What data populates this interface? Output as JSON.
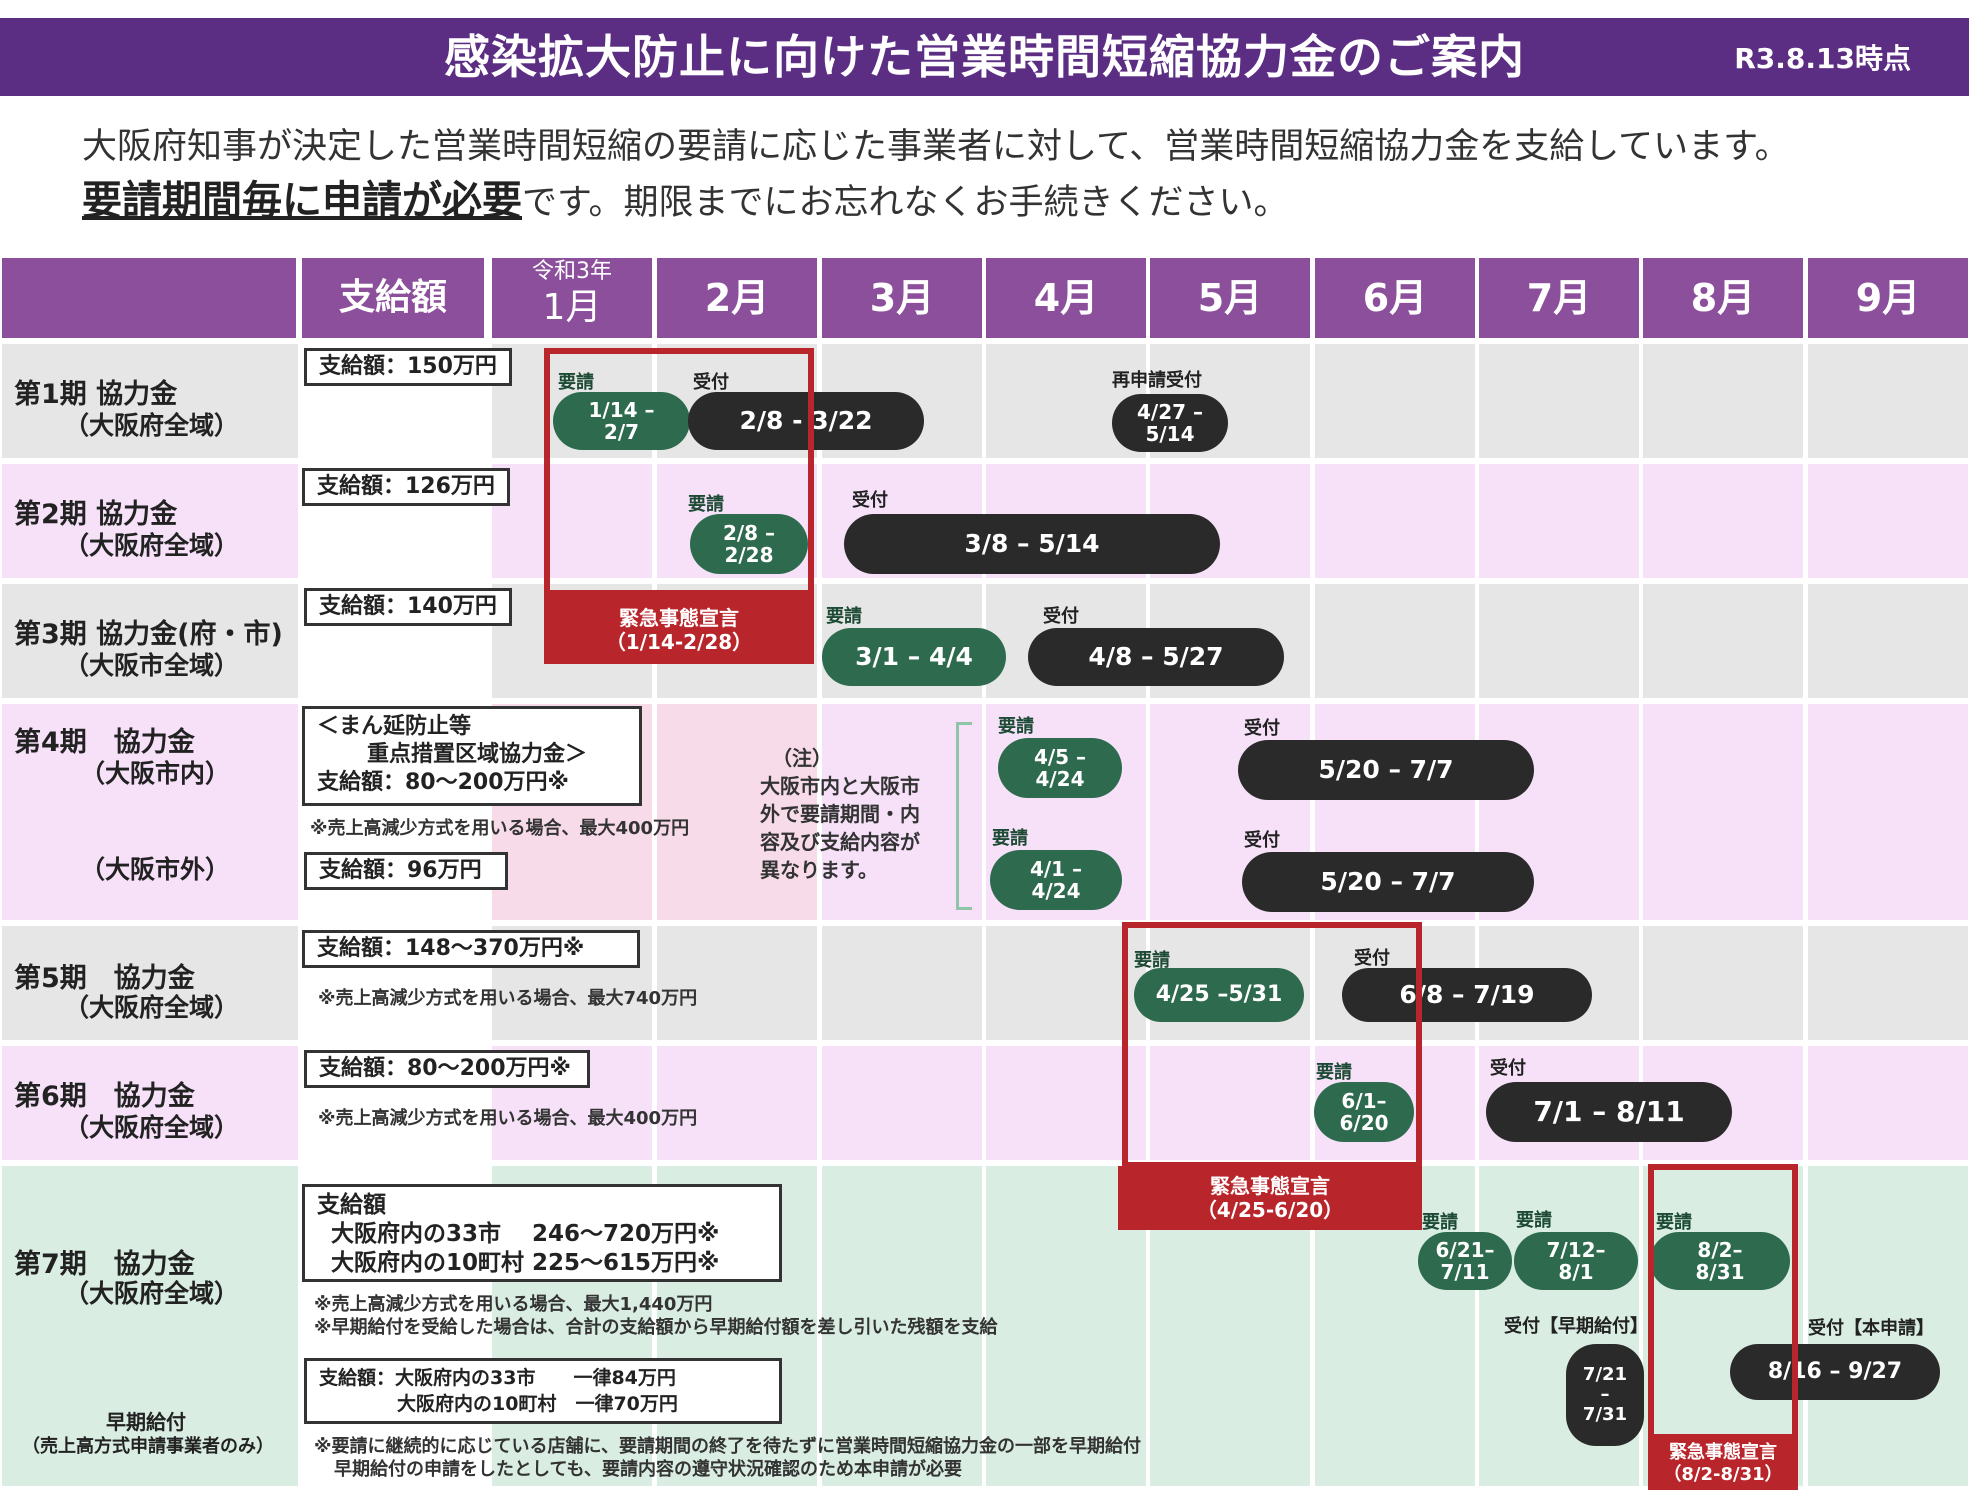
{
  "header": {
    "title": "感染拡大防止に向けた営業時間短縮協力金のご案内",
    "date": "R3.8.13時点"
  },
  "intro": {
    "line1": "大阪府知事が決定した営業時間短縮の要請に応じた事業者に対して、営業時間短縮協力金を支給しています。",
    "line2_strong": "要請期間毎に申請が必要",
    "line2_rest": "です。期限までにお忘れなくお手続きください。"
  },
  "table_header": {
    "amount": "支給額",
    "jan_era": "令和3年",
    "months": [
      "1月",
      "2月",
      "3月",
      "4月",
      "5月",
      "6月",
      "7月",
      "8月",
      "9月"
    ]
  },
  "rows": {
    "p1": {
      "name": "第1期 協力金",
      "area": "（大阪府全域）",
      "amount": "支給額：150万円",
      "req_tag": "要請",
      "req": "1/14 –\n2/7",
      "rec_tag": "受付",
      "rec": "2/8 - 3/22",
      "re_tag": "再申請受付",
      "re": "4/27 –\n5/14"
    },
    "p2": {
      "name": "第2期 協力金",
      "area": "（大阪府全域）",
      "amount": "支給額：126万円",
      "req_tag": "要請",
      "req": "2/8 –\n2/28",
      "rec_tag": "受付",
      "rec": "3/8 – 5/14"
    },
    "p3": {
      "name": "第3期 協力金(府・市)",
      "area": "（大阪市全域）",
      "amount": "支給額：140万円",
      "req_tag": "要請",
      "req": "3/1 – 4/4",
      "rec_tag": "受付",
      "rec": "4/8 – 5/27"
    },
    "p4": {
      "name": "第4期　協力金",
      "area_in": "（大阪市内）",
      "area_out": "（大阪市外）",
      "amount_in_1": "＜まん延防止等",
      "amount_in_2": "重点措置区域協力金＞",
      "amount_in_3": "支給額：80～200万円※",
      "note_in": "※売上高減少方式を用いる場合、最大400万円",
      "amount_out": "支給額：96万円",
      "side_note_1": "（注）",
      "side_note_2": "大阪市内と大阪市",
      "side_note_3": "外で要請期間・内",
      "side_note_4": "容及び支給内容が",
      "side_note_5": "異なります。",
      "in_req_tag": "要請",
      "in_req": "4/5 –\n4/24",
      "in_rec_tag": "受付",
      "in_rec": "5/20 – 7/7",
      "out_req_tag": "要請",
      "out_req": "4/1 –\n4/24",
      "out_rec_tag": "受付",
      "out_rec": "5/20 – 7/7"
    },
    "p5": {
      "name": "第5期　協力金",
      "area": "（大阪府全域）",
      "amount": "支給額：148～370万円※",
      "note": "※売上高減少方式を用いる場合、最大740万円",
      "req_tag": "要請",
      "req": "4/25 –5/31",
      "rec_tag": "受付",
      "rec": "6/8 – 7/19"
    },
    "p6": {
      "name": "第6期　協力金",
      "area": "（大阪府全域）",
      "amount": "支給額：80～200万円※",
      "note": "※売上高減少方式を用いる場合、最大400万円",
      "req_tag": "要請",
      "req": "6/1–\n6/20",
      "rec_tag": "受付",
      "rec": "7/1 – 8/11"
    },
    "p7": {
      "name": "第7期　協力金",
      "area": "（大阪府全域）",
      "amount_title": "支給額",
      "amount_line1": "大阪府内の33市　 246～720万円※",
      "amount_line2": "大阪府内の10町村  225～615万円※",
      "note1": "※売上高減少方式を用いる場合、最大1,440万円",
      "note2": "※早期給付を受給した場合は、合計の支給額から早期給付額を差し引いた残額を支給",
      "early_label": "早期給付",
      "early_sub": "（売上高方式申請事業者のみ）",
      "early_amount_1": "支給額：大阪府内の33市　　一律84万円",
      "early_amount_2": "大阪府内の10町村　一律70万円",
      "early_note1": "※要請に継続的に応じている店舗に、要請期間の終了を待たずに営業時間短縮協力金の一部を早期給付",
      "early_note2": "早期給付の申請をしたとしても、要請内容の遵守状況確認のため本申請が必要",
      "req1_tag": "要請",
      "req1": "6/21–\n7/11",
      "req2_tag": "要請",
      "req2": "7/12–\n8/1",
      "req3_tag": "要請",
      "req3": "8/2–\n8/31",
      "early_rec_tag": "受付【早期給付】",
      "early_rec": "7/21\n–\n7/31",
      "main_rec_tag": "受付【本申請】",
      "main_rec": "8/16 – 9/27"
    }
  },
  "emergency": {
    "e1": "緊急事態宣言\n（1/14-2/28）",
    "e2": "緊急事態宣言\n（4/25-6/20）",
    "e3": "緊急事態宣言\n（8/2-8/31）"
  },
  "colors": {
    "header_purple": "#5b2d83",
    "col_purple": "#8c4f9c",
    "green": "#2e6b4e",
    "dark": "#2a2a2a",
    "red": "#b8252a",
    "row_gray": "#e6e6e6",
    "row_pink": "#f6e1f8",
    "row_mint": "#d9ede2"
  }
}
